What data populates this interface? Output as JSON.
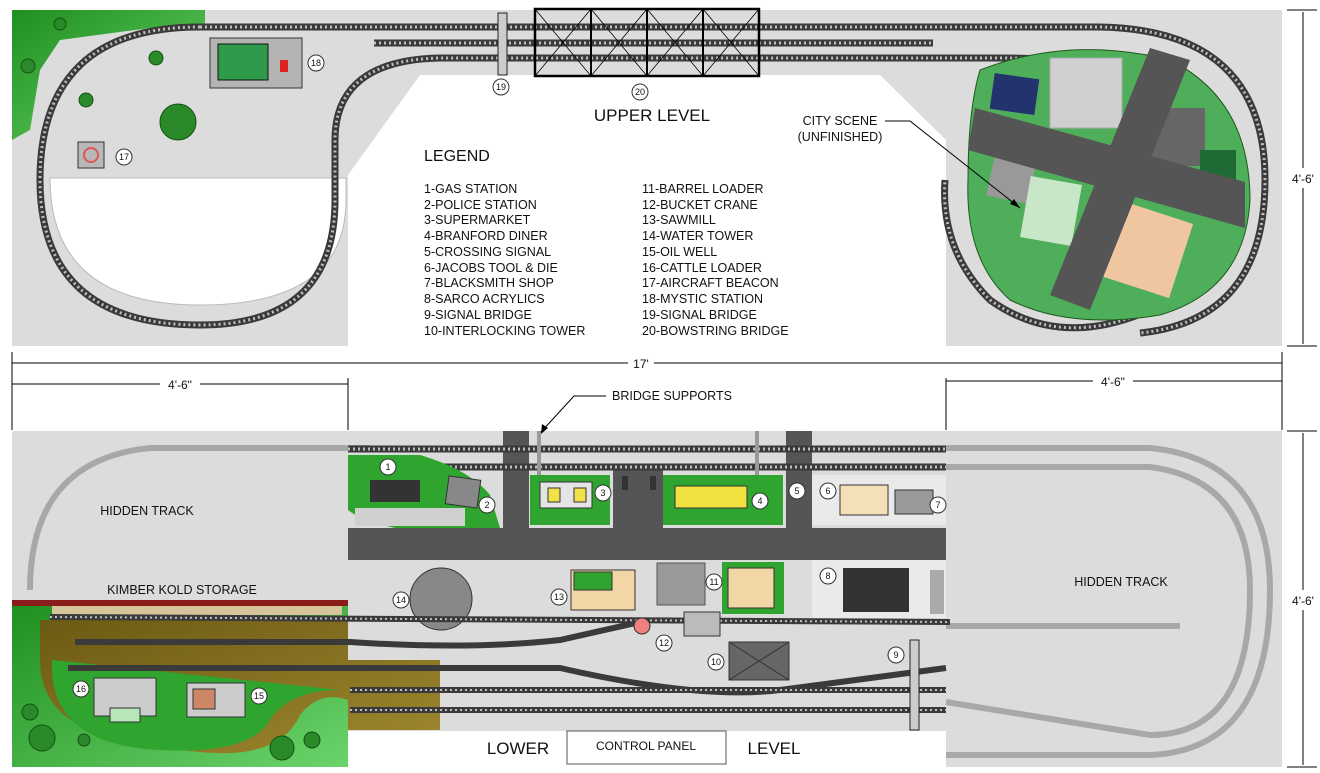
{
  "upper": {
    "title": "UPPER LEVEL",
    "legend_title": "LEGEND",
    "legend_col1": [
      "1-GAS STATION",
      "2-POLICE STATION",
      "3-SUPERMARKET",
      "4-BRANFORD DINER",
      "5-CROSSING SIGNAL",
      "6-JACOBS TOOL & DIE",
      "7-BLACKSMITH SHOP",
      "8-SARCO ACRYLICS",
      "9-SIGNAL BRIDGE",
      "10-INTERLOCKING TOWER"
    ],
    "legend_col2": [
      "11-BARREL LOADER",
      "12-BUCKET CRANE",
      "13-SAWMILL",
      "14-WATER TOWER",
      "15-OIL WELL",
      "16-CATTLE LOADER",
      "17-AIRCRAFT BEACON",
      "18-MYSTIC STATION",
      "19-SIGNAL BRIDGE",
      "20-BOWSTRING BRIDGE"
    ],
    "city_scene_1": "CITY SCENE",
    "city_scene_2": "(UNFINISHED)",
    "dim_right": "4'-6'"
  },
  "dims": {
    "total": "17'",
    "left": "4'-6\"",
    "right": "4'-6\"",
    "lower_right": "4'-6'"
  },
  "lower": {
    "bridge_supports": "BRIDGE SUPPORTS",
    "hidden_track_left": "HIDDEN TRACK",
    "hidden_track_right": "HIDDEN TRACK",
    "kimber": "KIMBER KOLD STORAGE",
    "lower_label": "LOWER",
    "level_label": "LEVEL",
    "control_panel": "CONTROL PANEL"
  },
  "markers": [
    "1",
    "2",
    "3",
    "4",
    "5",
    "6",
    "7",
    "8",
    "9",
    "10",
    "11",
    "12",
    "13",
    "14",
    "15",
    "16",
    "17",
    "18",
    "19",
    "20"
  ],
  "colors": {
    "board": "#dcdcdc",
    "grass": "#2fa52f",
    "road": "#555555",
    "track": "#3a3a3a"
  }
}
